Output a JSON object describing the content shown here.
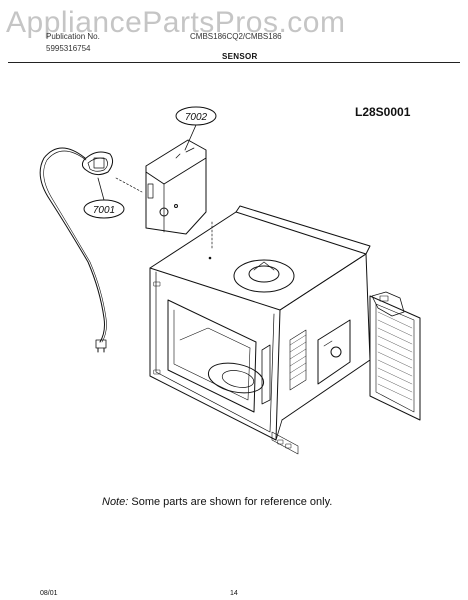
{
  "watermark": "AppliancePartsPros.com",
  "header": {
    "left_line1": "Publication No.",
    "left_line2": "5995316754",
    "center_line1": "CMBS186CQ2/CMBS186",
    "section_title": "SENSOR"
  },
  "diagram": {
    "id": "L28S0001",
    "callouts": [
      {
        "label": "7002"
      },
      {
        "label": "7001"
      }
    ]
  },
  "note": {
    "prefix": "Note:",
    "text": "Some parts are shown for reference only."
  },
  "footer": {
    "date": "08/01",
    "page": "14"
  }
}
